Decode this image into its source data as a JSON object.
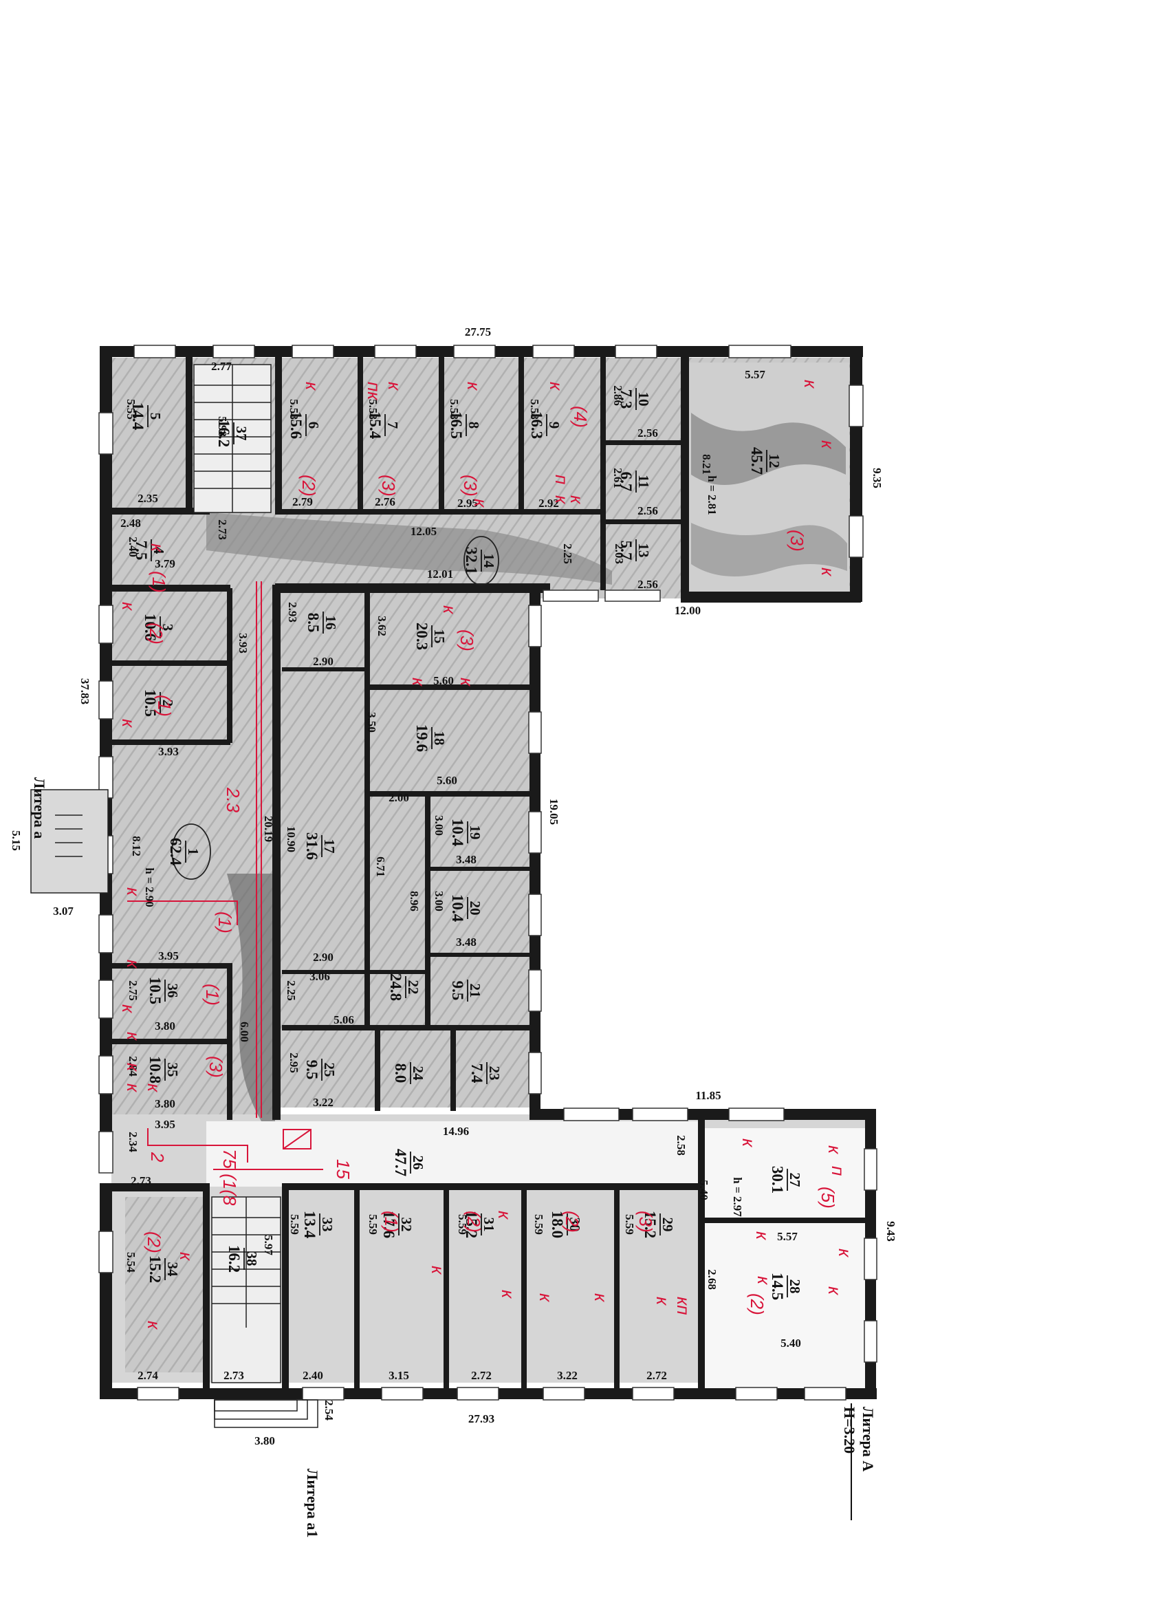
{
  "rooms": [
    {
      "no": "1",
      "area": "62.4"
    },
    {
      "no": "2",
      "area": "10.5"
    },
    {
      "no": "3",
      "area": "10.6"
    },
    {
      "no": "4",
      "area": "7.5"
    },
    {
      "no": "5",
      "area": "14.4"
    },
    {
      "no": "6",
      "area": "15.6"
    },
    {
      "no": "7",
      "area": "15.4"
    },
    {
      "no": "8",
      "area": "16.5"
    },
    {
      "no": "9",
      "area": "16.3"
    },
    {
      "no": "10",
      "area": "7.3"
    },
    {
      "no": "11",
      "area": "6.7"
    },
    {
      "no": "12",
      "area": "45.7"
    },
    {
      "no": "13",
      "area": "5.7"
    },
    {
      "no": "14",
      "area": "32.1"
    },
    {
      "no": "15",
      "area": "20.3"
    },
    {
      "no": "16",
      "area": "8.5"
    },
    {
      "no": "17",
      "area": "31.6"
    },
    {
      "no": "18",
      "area": "19.6"
    },
    {
      "no": "19",
      "area": "10.4"
    },
    {
      "no": "20",
      "area": "10.4"
    },
    {
      "no": "21",
      "area": "9.5"
    },
    {
      "no": "22",
      "area": "24.8"
    },
    {
      "no": "23",
      "area": "7.4"
    },
    {
      "no": "24",
      "area": "8.0"
    },
    {
      "no": "25",
      "area": "9.5"
    },
    {
      "no": "26",
      "area": "47.7"
    },
    {
      "no": "27",
      "area": "30.1"
    },
    {
      "no": "28",
      "area": "14.5"
    },
    {
      "no": "29",
      "area": "15.2"
    },
    {
      "no": "30",
      "area": "18.0"
    },
    {
      "no": "31",
      "area": "15.2"
    },
    {
      "no": "32",
      "area": "17.6"
    },
    {
      "no": "33",
      "area": "13.4"
    },
    {
      "no": "34",
      "area": "15.2"
    },
    {
      "no": "35",
      "area": "10.8"
    },
    {
      "no": "36",
      "area": "10.5"
    },
    {
      "no": "37",
      "area": "16.2"
    },
    {
      "no": "38",
      "area": "16.2"
    }
  ],
  "dimensions": {
    "top_total": "27.75",
    "bottom_total": "27.93",
    "left_total": "37.83",
    "right_upper": "19.05",
    "ceiling_12": "h = 2.81",
    "ceiling_1": "h = 2.90",
    "ceiling_27": "h = 2.97",
    "d_12_top": "5.57",
    "d_12_side": "8.21",
    "d_12_bottom": "12.00",
    "d_12_right": "9.35",
    "d_14_top": "12.05",
    "d_14_bottom": "12.01",
    "d_14_side": "2.25",
    "d_10_a": "2.86",
    "d_10_b": "2.56",
    "d_11_a": "2.61",
    "d_11_b": "2.56",
    "d_13_a": "2.03",
    "d_13_b": "2.56",
    "d_stair_top": "2.77",
    "d_stair_side": "5.98",
    "d_5": "5.55",
    "d_5_b": "2.35",
    "d_6": "5.58",
    "d_7": "5.58",
    "d_8": "5.58",
    "d_9": "5.58",
    "d_6_b": "2.79",
    "d_7_b": "2.76",
    "d_8_b": "2.95",
    "d_9_b": "2.92",
    "d_4_a": "2.48",
    "d_4_b": "2.40",
    "d_4_c": "3.79",
    "d_4_d": "2.73",
    "d_3_a": "3.93",
    "d_2_a": "3.93",
    "d_16_a": "2.93",
    "d_16_b": "2.90",
    "d_15_a": "3.62",
    "d_15_b": "5.60",
    "d_18_a": "3.50",
    "d_18_b": "5.60",
    "d_17_a": "10.90",
    "d_17_b": "2.90",
    "d_17_c": "3.06",
    "d_corr": "20.19",
    "d_19_a": "2.00",
    "d_19_b": "3.00",
    "d_19_c": "3.48",
    "d_20_a": "3.00",
    "d_20_b": "3.48",
    "d_22_a": "6.71",
    "d_22_b": "8.96",
    "d_22_c": "5.06",
    "d_1_a": "8.12",
    "d_1_b": "3.95",
    "d_36_a": "2.75",
    "d_36_b": "3.80",
    "d_36_c": "6.00",
    "d_35_a": "2.84",
    "d_35_b": "3.80",
    "d_35_c": "3.95",
    "d_25_a": "2.95",
    "d_25_b": "3.22",
    "d_25_c": "2.25",
    "d_mid": "14.96",
    "d_mid2": "11.85",
    "d_lower_left": "2.34",
    "d_34_a": "2.73",
    "d_34_b": "5.54",
    "d_34_c": "2.74",
    "d_38_a": "5.97",
    "d_38_b": "2.73",
    "d_33_a": "5.59",
    "d_33_b": "2.40",
    "d_32_a": "5.59",
    "d_32_b": "3.15",
    "d_31_a": "5.59",
    "d_31_b": "2.72",
    "d_30_a": "5.59",
    "d_30_b": "3.22",
    "d_29_a": "5.59",
    "d_29_b": "2.72",
    "d_27_a": "2.58",
    "d_27_b": "5.40",
    "d_27_c": "5.57",
    "d_27_d": "9.43",
    "d_28_a": "2.68",
    "d_28_b": "5.40",
    "d_a_a": "5.15",
    "d_a_b": "3.07",
    "d_a1_a": "3.80",
    "d_a1_b": "2.54"
  },
  "captions": {
    "litera_a_small": "Литера а",
    "litera_a1": "Литера а1",
    "litera_A": "Литера А",
    "height_A": "Н=3.20"
  },
  "annotations": {
    "k": "к",
    "p": "п",
    "pk": "пк",
    "kp": "кп",
    "g1": "(1)",
    "g2": "(2)",
    "g3": "(3)",
    "g4": "(4)",
    "g5": "(5)",
    "h23": "2.3",
    "h15": "15",
    "h2": "2",
    "h75": "75 (1(8"
  },
  "colors": {
    "wall": "#1a1a1a",
    "fill": "#c2c2c2",
    "annotation": "#d8153a"
  }
}
